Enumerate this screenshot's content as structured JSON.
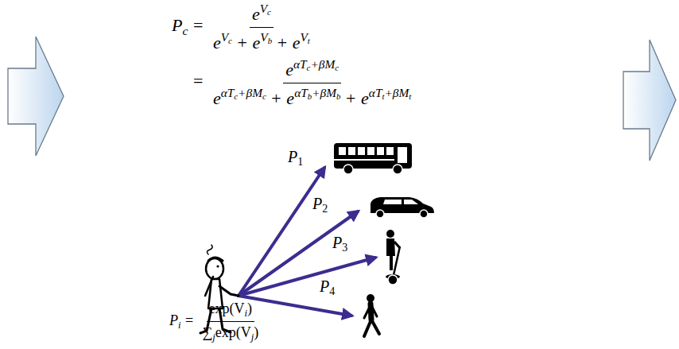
{
  "diagram": {
    "labels": [
      "P",
      "c",
      "=",
      "e",
      "V",
      "c",
      "e",
      "V",
      "c",
      "+",
      "e",
      "V",
      "b",
      "+",
      "e",
      "V",
      "t",
      "=",
      "e",
      "αT",
      "c",
      "+βM",
      "c",
      "e",
      "αT",
      "c",
      "+βM",
      "c",
      "+",
      "e",
      "αT",
      "b",
      "+βM",
      "b",
      "+",
      "e",
      "αT",
      "t",
      "+βM",
      "t",
      "P",
      "1",
      "P",
      "2",
      "P",
      "3",
      "P",
      "4",
      "P",
      "i",
      "=",
      "exp(V",
      "i",
      ")",
      "∑",
      "j",
      "exp(V",
      "j",
      ")"
    ]
  }
}
